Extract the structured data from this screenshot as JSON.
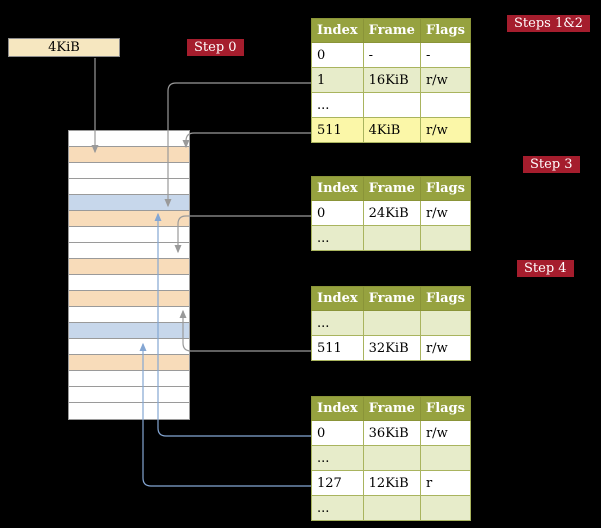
{
  "colors": {
    "background": "#000000",
    "badge_bg": "#a51d2d",
    "badge_text": "#ffffff",
    "table_header_bg": "#96a23f",
    "table_header_text": "#ffffff",
    "table_border": "#8a9438",
    "row_green_bg": "#e7ecca",
    "row_yellow_bg": "#fbf7a8",
    "frame_table_bg": "#f8dcba",
    "frame_page_bg": "#c7d7eb",
    "frame_box_bg": "#f6e7c0",
    "frame_box_text": "#000000",
    "arrow_gray": "#9a9a9a",
    "arrow_blue": "#84a6d3"
  },
  "frame_box": {
    "label": "4KiB"
  },
  "badges": {
    "step0": "Step 0",
    "steps12": "Steps 1&2",
    "step3": "Step 3",
    "step4": "Step 4"
  },
  "tables": [
    {
      "name": "page-table-level-4",
      "headers": [
        "Index",
        "Frame",
        "Flags"
      ],
      "rows": [
        {
          "index": "0",
          "frame": "-",
          "flags": "-",
          "highlight": "none"
        },
        {
          "index": "1",
          "frame": "16KiB",
          "flags": "r/w",
          "highlight": "green"
        },
        {
          "index": "...",
          "frame": "",
          "flags": "",
          "highlight": "none"
        },
        {
          "index": "511",
          "frame": "4KiB",
          "flags": "r/w",
          "highlight": "yellow"
        }
      ]
    },
    {
      "name": "page-table-level-3",
      "headers": [
        "Index",
        "Frame",
        "Flags"
      ],
      "rows": [
        {
          "index": "0",
          "frame": "24KiB",
          "flags": "r/w",
          "highlight": "none"
        },
        {
          "index": "...",
          "frame": "",
          "flags": "",
          "highlight": "green"
        }
      ]
    },
    {
      "name": "page-table-level-2",
      "headers": [
        "Index",
        "Frame",
        "Flags"
      ],
      "rows": [
        {
          "index": "...",
          "frame": "",
          "flags": "",
          "highlight": "green"
        },
        {
          "index": "511",
          "frame": "32KiB",
          "flags": "r/w",
          "highlight": "none"
        }
      ]
    },
    {
      "name": "page-table-level-1",
      "headers": [
        "Index",
        "Frame",
        "Flags"
      ],
      "rows": [
        {
          "index": "0",
          "frame": "36KiB",
          "flags": "r/w",
          "highlight": "none"
        },
        {
          "index": "...",
          "frame": "",
          "flags": "",
          "highlight": "green"
        },
        {
          "index": "127",
          "frame": "12KiB",
          "flags": "r",
          "highlight": "none"
        },
        {
          "index": "...",
          "frame": "",
          "flags": "",
          "highlight": "green"
        }
      ]
    }
  ],
  "memory": {
    "rows": [
      "empty",
      "table",
      "empty",
      "empty",
      "page",
      "table",
      "empty",
      "empty",
      "table",
      "empty",
      "table",
      "empty",
      "page",
      "empty",
      "table",
      "empty",
      "empty",
      "empty"
    ]
  }
}
